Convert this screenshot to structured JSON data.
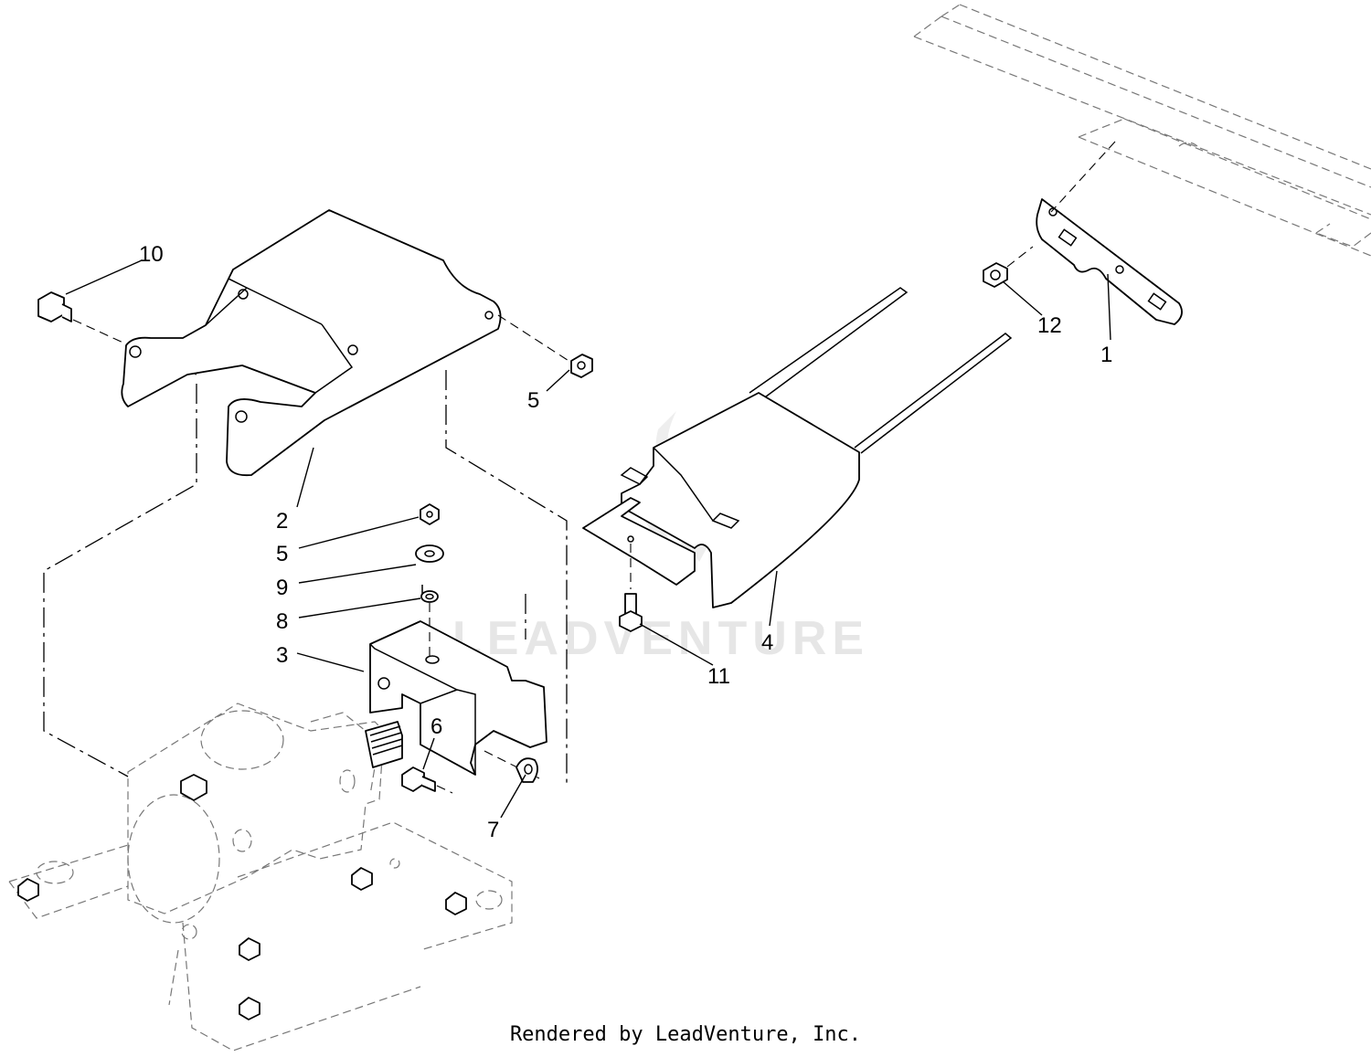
{
  "diagram": {
    "callouts": [
      {
        "id": "1",
        "label": "1"
      },
      {
        "id": "2",
        "label": "2"
      },
      {
        "id": "3",
        "label": "3"
      },
      {
        "id": "4",
        "label": "4"
      },
      {
        "id": "5a",
        "label": "5"
      },
      {
        "id": "5b",
        "label": "5"
      },
      {
        "id": "6",
        "label": "6"
      },
      {
        "id": "7",
        "label": "7"
      },
      {
        "id": "8",
        "label": "8"
      },
      {
        "id": "9",
        "label": "9"
      },
      {
        "id": "10",
        "label": "10"
      },
      {
        "id": "11",
        "label": "11"
      },
      {
        "id": "12",
        "label": "12"
      }
    ],
    "watermark": "LEADVENTURE"
  },
  "footer": {
    "credit": "Rendered by LeadVenture, Inc."
  }
}
